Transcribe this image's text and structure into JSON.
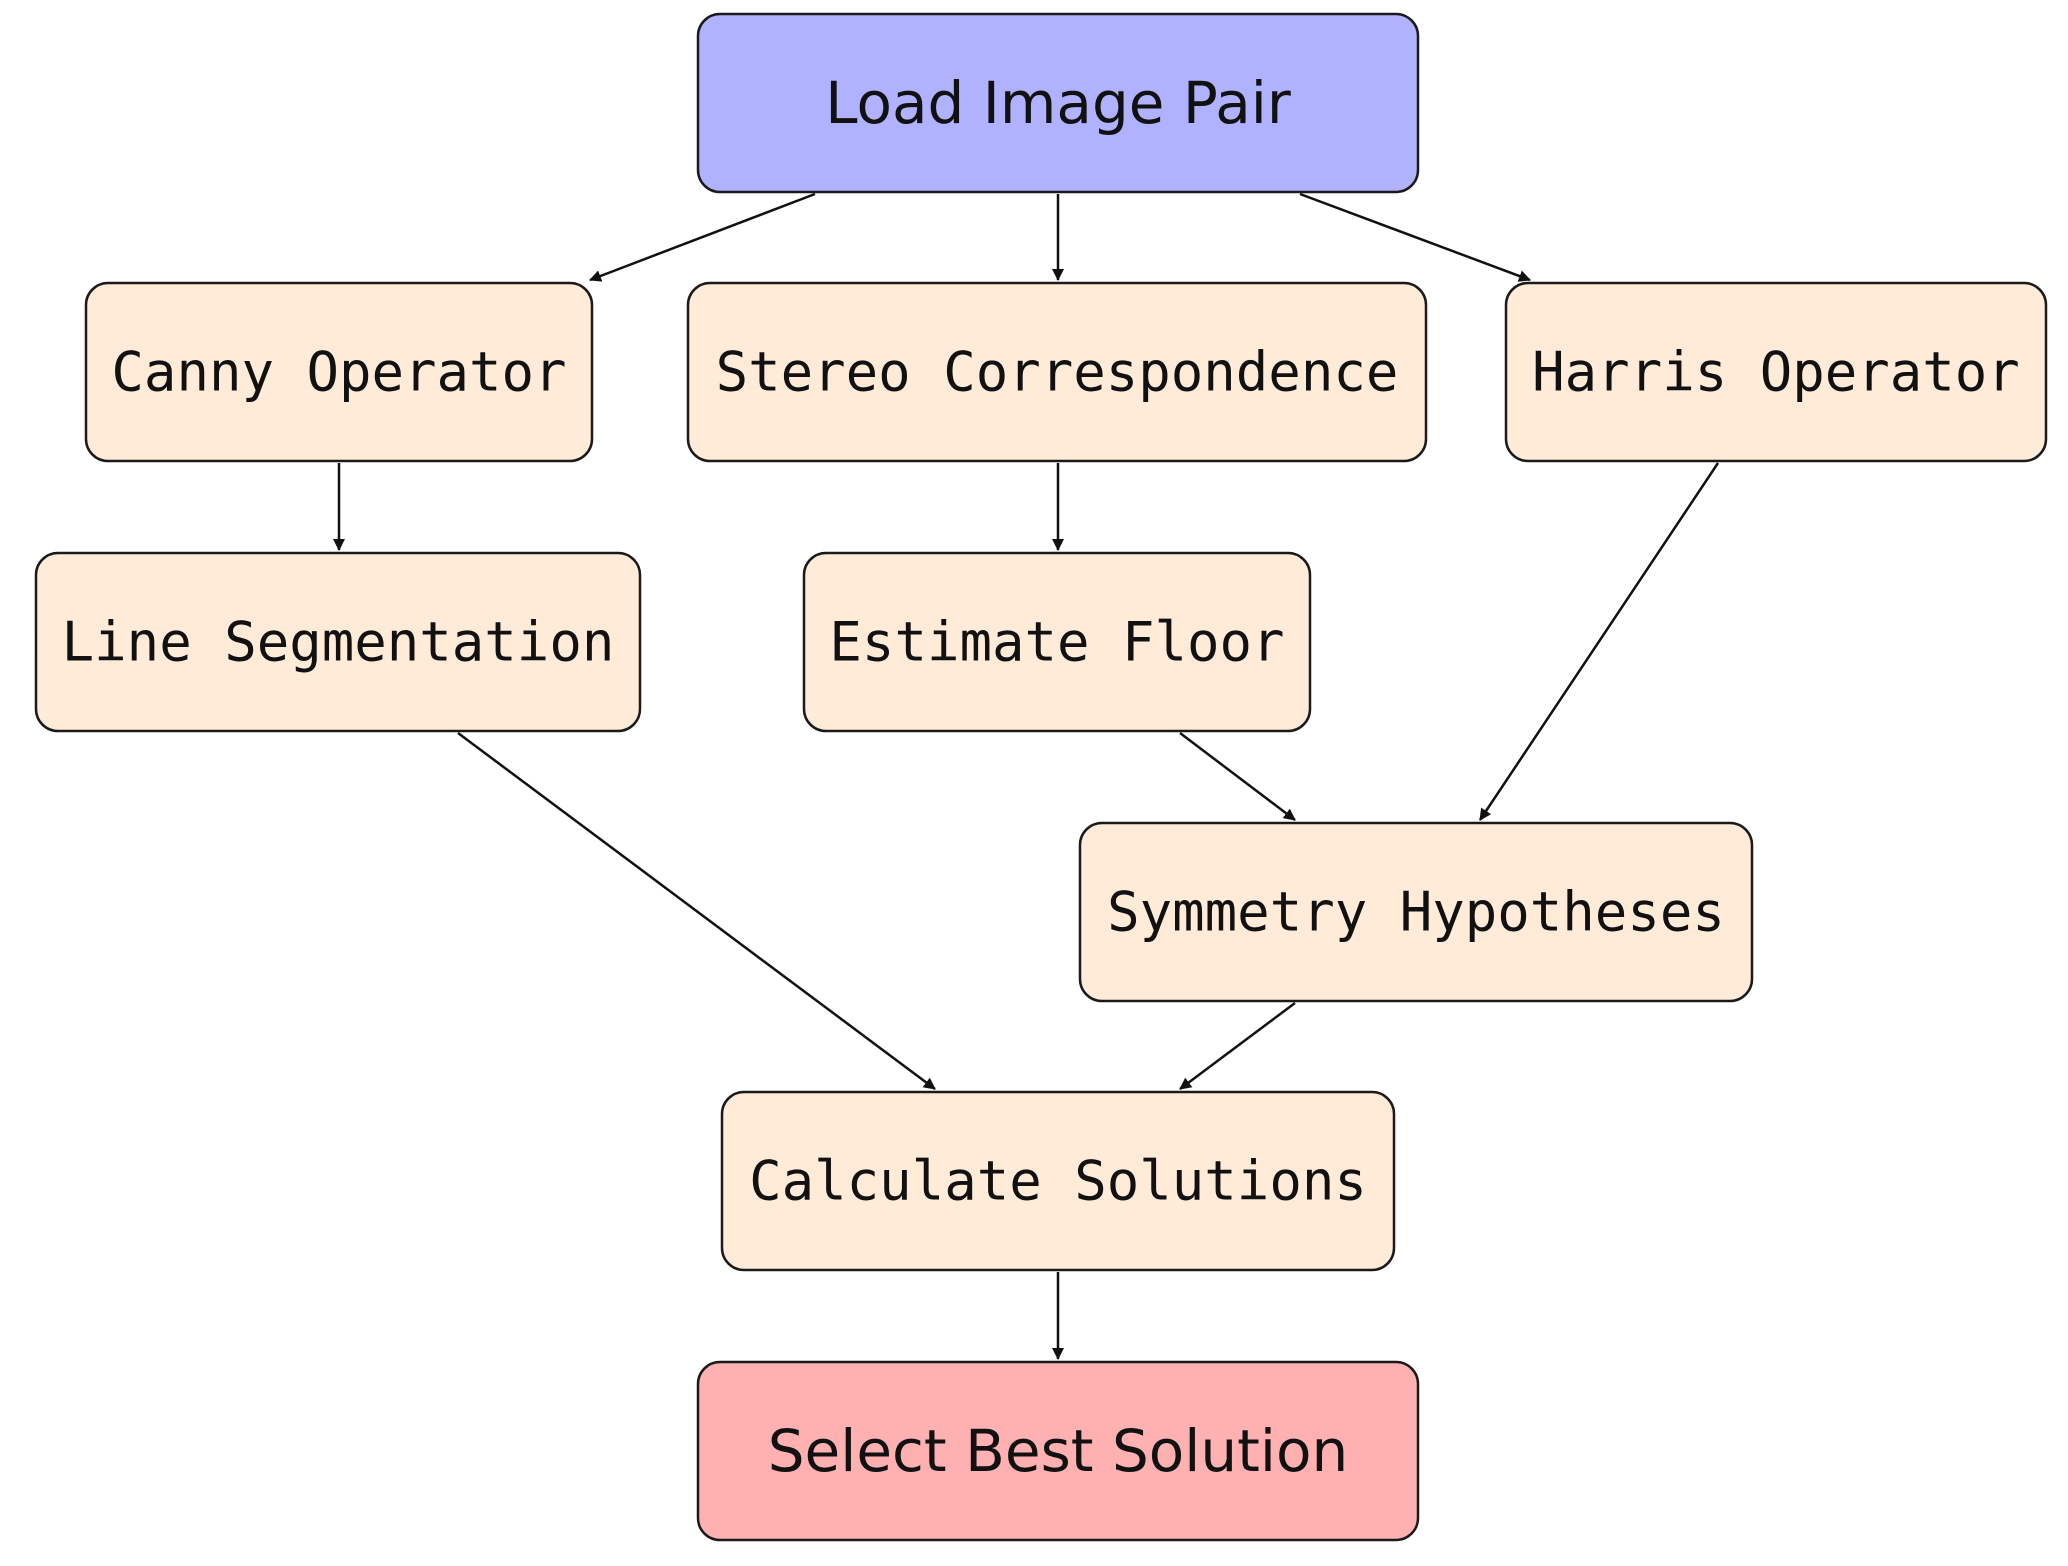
{
  "colors": {
    "start": "#b1b2ff",
    "process": "#ffebd8",
    "end": "#ffb1b2",
    "stroke": "#1a1a1a"
  },
  "nodes": {
    "load_image_pair": {
      "label": "Load Image Pair"
    },
    "canny_operator": {
      "label": "Canny Operator"
    },
    "stereo_correspondence": {
      "label": "Stereo Correspondence"
    },
    "harris_operator": {
      "label": "Harris Operator"
    },
    "line_segmentation": {
      "label": "Line Segmentation"
    },
    "estimate_floor": {
      "label": "Estimate Floor"
    },
    "symmetry_hypotheses": {
      "label": "Symmetry Hypotheses"
    },
    "calculate_solutions": {
      "label": "Calculate Solutions"
    },
    "select_best_solution": {
      "label": "Select Best Solution"
    }
  },
  "edges": [
    {
      "from": "load_image_pair",
      "to": "canny_operator"
    },
    {
      "from": "load_image_pair",
      "to": "stereo_correspondence"
    },
    {
      "from": "load_image_pair",
      "to": "harris_operator"
    },
    {
      "from": "canny_operator",
      "to": "line_segmentation"
    },
    {
      "from": "stereo_correspondence",
      "to": "estimate_floor"
    },
    {
      "from": "estimate_floor",
      "to": "symmetry_hypotheses"
    },
    {
      "from": "harris_operator",
      "to": "symmetry_hypotheses"
    },
    {
      "from": "line_segmentation",
      "to": "calculate_solutions"
    },
    {
      "from": "symmetry_hypotheses",
      "to": "calculate_solutions"
    },
    {
      "from": "calculate_solutions",
      "to": "select_best_solution"
    }
  ]
}
